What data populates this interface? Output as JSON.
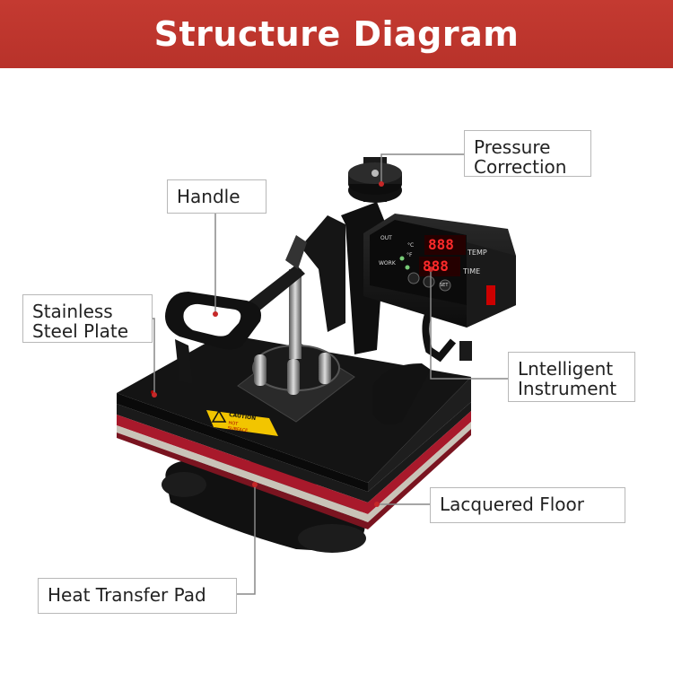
{
  "title": "Structure Diagram",
  "colors": {
    "banner": "#c0392b",
    "label_border": "#b8b8b8",
    "leader_line": "#888888"
  },
  "labels": {
    "pressure": "Pressure\nCorrection",
    "handle": "Handle",
    "plate": "Stainless\nSteel Plate",
    "instrument": "Lntelligent\nInstrument",
    "floor": "Lacquered Floor",
    "pad": "Heat Transfer Pad"
  },
  "panel": {
    "out": "OUT",
    "tc": "°C",
    "f": "°F",
    "work": "WORK",
    "temp_reading": "888",
    "time_reading": "888",
    "temp": "TEMP",
    "time": "TIME",
    "set": "SET"
  },
  "warning_sticker": {
    "heading": "CAUTION",
    "sub": "HOT SURFACE"
  }
}
